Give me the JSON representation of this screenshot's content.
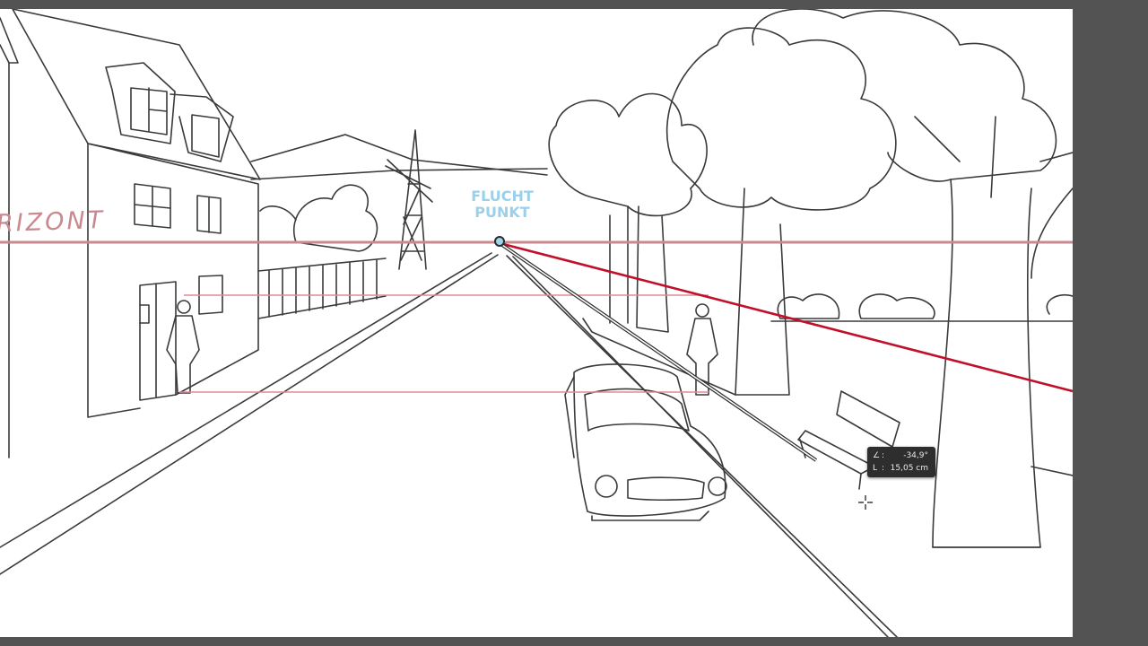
{
  "canvas": {
    "labels": {
      "horizon": "RIZONT",
      "vanishing_point_line1": "FLUCHT",
      "vanishing_point_line2": "PUNKT"
    }
  },
  "measure_readout": {
    "angle_symbol": "∠",
    "angle_separator": ":",
    "angle_value": "-34,9°",
    "length_symbol": "L",
    "length_separator": ":",
    "length_value": "15,05 cm"
  },
  "colors": {
    "guide_line": "#c0102a",
    "horizon_line": "#c9898f",
    "vanishing_label": "#9ad0ea",
    "sketch_stroke": "#3a3a3a",
    "workspace": "#535353"
  },
  "icons": {
    "cursor": "crosshair-icon",
    "vanishing_point": "anchor-point-icon"
  }
}
